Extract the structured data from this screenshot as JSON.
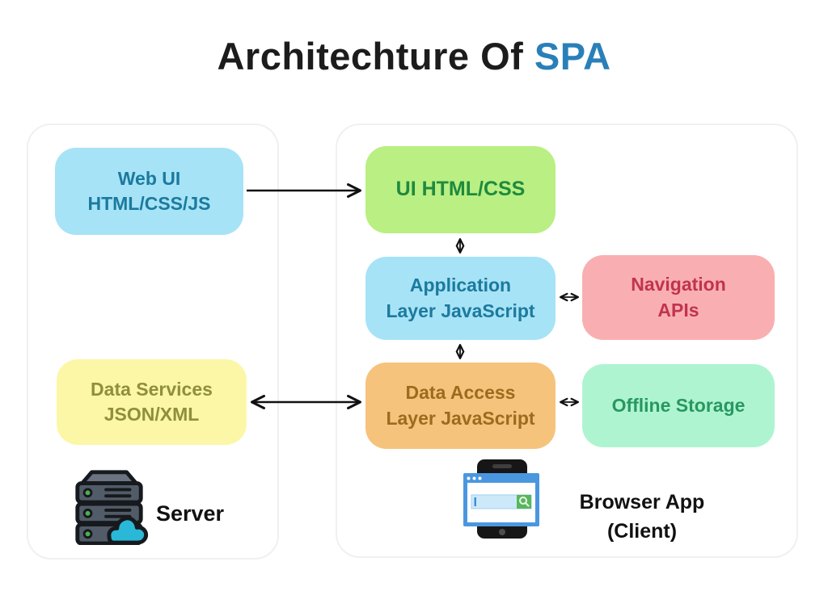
{
  "title": {
    "text_main": "Architechture Of",
    "text_accent": "SPA"
  },
  "palette": {
    "title_text": "#1c1c1c",
    "title_accent": "#2980B9",
    "panel_border": "#f0f0f0",
    "arrow": "#111111",
    "node_blue_bg": "#A7E3F6",
    "node_blue_fg": "#1B7A9E",
    "node_green_bg": "#B9EF83",
    "node_green_fg": "#1F8A3D",
    "node_pink_bg": "#F9AFB1",
    "node_pink_fg": "#C13350",
    "node_yellow_bg": "#FBF7A6",
    "node_yellow_fg": "#8F8F3C",
    "node_orange_bg": "#F6C37D",
    "node_orange_fg": "#9C6C1E",
    "node_mint_bg": "#AFF4D1",
    "node_mint_fg": "#27985F",
    "server_icon_body": "#525c68",
    "server_icon_led": "#4caf50",
    "server_icon_cloud": "#29b8d8",
    "browser_icon_frame": "#4a97e0",
    "browser_icon_button": "#58b75a"
  },
  "nodes": {
    "web_ui": {
      "line1": "Web UI",
      "line2": "HTML/CSS/JS"
    },
    "ui_html": {
      "line1": "UI HTML/CSS"
    },
    "app_layer": {
      "line1": "Application",
      "line2": "Layer JavaScript"
    },
    "nav_apis": {
      "line1": "Navigation",
      "line2": "APIs"
    },
    "data_services": {
      "line1": "Data Services",
      "line2": "JSON/XML"
    },
    "data_access": {
      "line1": "Data Access",
      "line2": "Layer JavaScript"
    },
    "offline_storage": {
      "line1": "Offline Storage"
    }
  },
  "connections": [
    {
      "from": "web_ui",
      "to": "ui_html",
      "style": "single-arrow"
    },
    {
      "from": "ui_html",
      "to": "app_layer",
      "style": "double-arrow"
    },
    {
      "from": "app_layer",
      "to": "nav_apis",
      "style": "double-arrow"
    },
    {
      "from": "app_layer",
      "to": "data_access",
      "style": "double-arrow"
    },
    {
      "from": "data_services",
      "to": "data_access",
      "style": "double-arrow"
    },
    {
      "from": "data_access",
      "to": "offline_storage",
      "style": "double-arrow"
    }
  ],
  "captions": {
    "server": "Server",
    "browser_line1": "Browser App",
    "browser_line2": "(Client)"
  },
  "icons": {
    "server": "server-stack-with-cloud-icon",
    "browser": "phone-with-browser-window-icon"
  }
}
